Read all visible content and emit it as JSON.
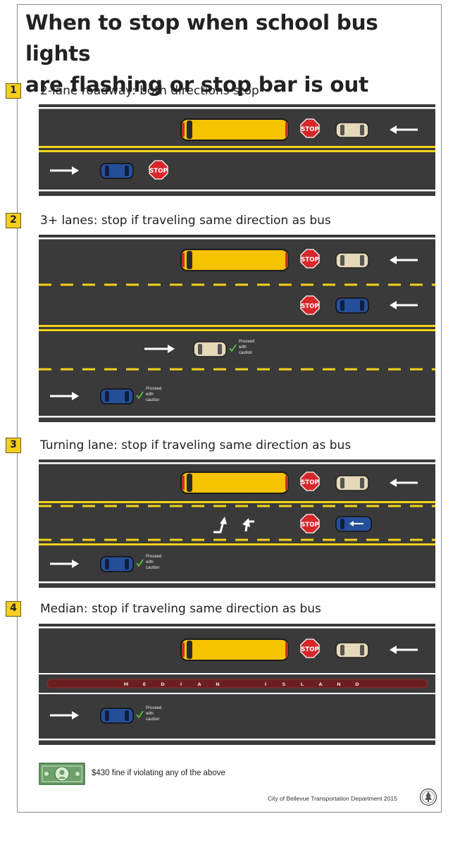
{
  "title_line1": "When to stop when school bus lights",
  "title_line2": "are flashing or stop bar is out",
  "sections": [
    {
      "number": "1",
      "label": "2-lane roadway: both directions stop"
    },
    {
      "number": "2",
      "label": "3+ lanes: stop if traveling same direction as bus"
    },
    {
      "number": "3",
      "label": "Turning lane: stop if traveling same direction as bus"
    },
    {
      "number": "4",
      "label": "Median: stop if traveling same direction as bus"
    }
  ],
  "stop_sign_text": "STOP",
  "caution_line1": "Proceed",
  "caution_line2": "with",
  "caution_line3": "caution",
  "median_letters": [
    "M",
    "E",
    "D",
    "I",
    "A",
    "N",
    "I",
    "S",
    "L",
    "A",
    "N",
    "D"
  ],
  "fine_text": "$430 fine if violating any of the above",
  "credit": "City of Bellevue Transportation Department 2015",
  "colors": {
    "asphalt": "#3a3a3a",
    "lane_yellow": "#f2d21b",
    "bus_yellow": "#f6c300",
    "stop_red": "#d6272b",
    "car_tan": "#e6d9b9",
    "car_blue": "#264f9a",
    "median_red": "#6b1f1f",
    "money_green": "#6da06b",
    "badge_yellow": "#f4cf1f"
  }
}
